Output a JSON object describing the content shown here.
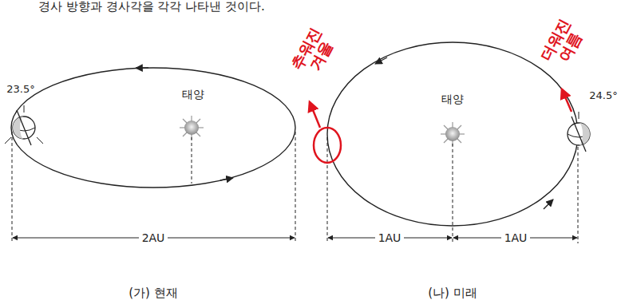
{
  "diagram": {
    "labels": [
      "경사 방향과 경사각을 각각 나타낸 것이다.",
      "23.5°",
      "태양",
      "2AU",
      "(가) 현재",
      "추워진 겨울",
      "태양",
      "더워진 여름",
      "24.5°",
      "1AU",
      "1AU",
      "(나) 미래"
    ]
  }
}
